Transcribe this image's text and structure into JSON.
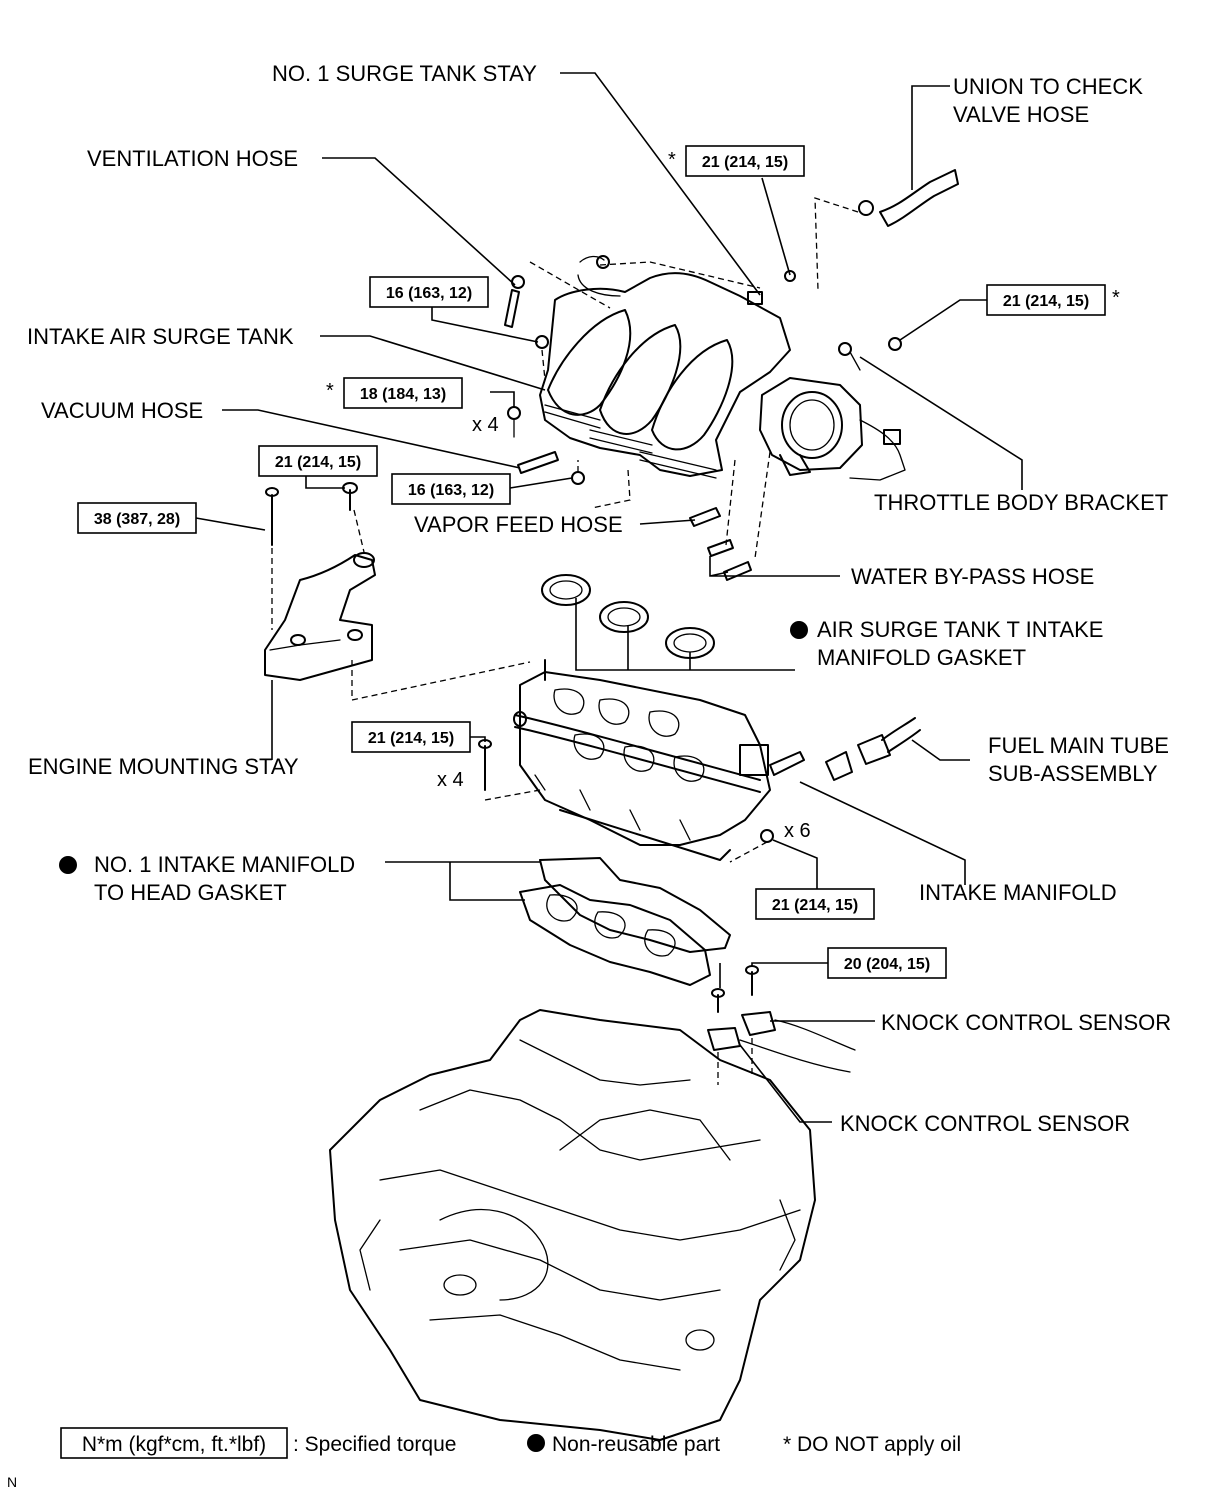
{
  "labels": {
    "no1_surge_tank_stay": "NO. 1 SURGE TANK STAY",
    "union_to_check_valve_hose_1": "UNION TO CHECK",
    "union_to_check_valve_hose_2": "VALVE HOSE",
    "ventilation_hose": "VENTILATION HOSE",
    "intake_air_surge_tank": "INTAKE AIR SURGE TANK",
    "vacuum_hose": "VACUUM HOSE",
    "throttle_body_bracket": "THROTTLE BODY BRACKET",
    "vapor_feed_hose": "VAPOR FEED HOSE",
    "water_bypass_hose": "WATER BY-PASS HOSE",
    "air_surge_tank_gasket_1": "AIR SURGE TANK T INTAKE",
    "air_surge_tank_gasket_2": "MANIFOLD GASKET",
    "fuel_main_tube_1": "FUEL MAIN TUBE",
    "fuel_main_tube_2": "SUB-ASSEMBLY",
    "engine_mounting_stay": "ENGINE MOUNTING STAY",
    "no1_intake_manifold_gasket_1": "NO. 1 INTAKE MANIFOLD",
    "no1_intake_manifold_gasket_2": "TO HEAD GASKET",
    "intake_manifold": "INTAKE MANIFOLD",
    "knock_control_sensor_upper": "KNOCK CONTROL SENSOR",
    "knock_control_sensor_lower": "KNOCK CONTROL SENSOR"
  },
  "torques": {
    "surge_stay": "21 (214, 15)",
    "throttle_bracket": "21 (214, 15)",
    "surge_nut_upper": "16 (163, 12)",
    "surge_bolts": "18 (184, 13)",
    "surge_nut_lower": "16 (163, 12)",
    "mount_stay_nut": "21 (214, 15)",
    "mount_stay_bolt": "38 (387, 28)",
    "manifold_bolts": "21 (214, 15)",
    "manifold_nuts": "21 (214, 15)",
    "knock_sensor": "20 (204, 15)"
  },
  "multipliers": {
    "surge_bolts": "x 4",
    "manifold_bolts": "x 4",
    "manifold_nuts": "x 6"
  },
  "marks": {
    "asterisk": "*"
  },
  "legend": {
    "torque_unit": "N*m (kgf*cm, ft.*lbf)",
    "torque_text": ": Specified torque",
    "nonreusable_text": "Non-reusable part",
    "no_oil_text": "* DO NOT apply oil"
  },
  "corner_letter": "N"
}
